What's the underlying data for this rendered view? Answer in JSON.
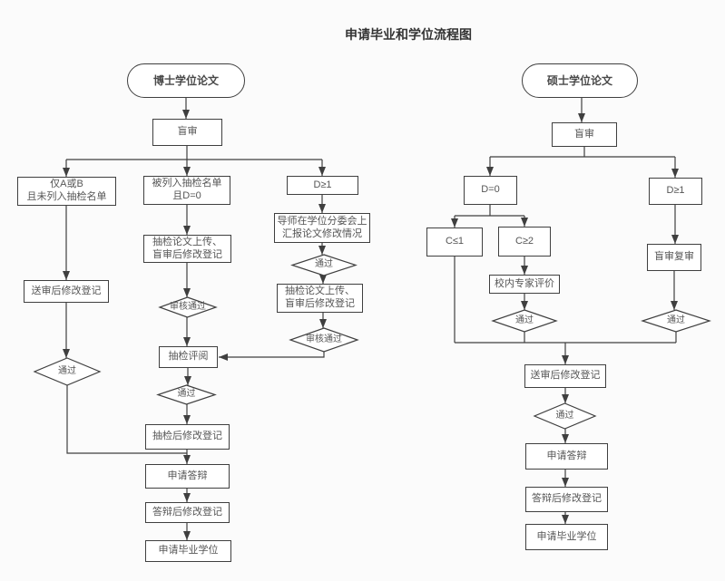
{
  "title": "申请毕业和学位流程图",
  "labels": {
    "pass": "通过",
    "audit_pass": "审核通过",
    "blind_review": "盲审",
    "post_review_registration": "送审后修改登记",
    "apply_defense": "申请答辩",
    "post_defense_registration": "答辩后修改登记",
    "apply_degree": "申请毕业学位"
  },
  "doctoral": {
    "start": "博士学位论文",
    "branch_a_or_b": "仅A或B\n且未列入抽检名单",
    "branch_sampled": "被列入抽检名单\n且D=0",
    "branch_d_ge_1": "D≥1",
    "sample_upload_registration": "抽检论文上传、\n盲审后修改登记",
    "supervisor_report": "导师在学位分委会上\n汇报论文修改情况",
    "sample_review": "抽检评阅",
    "post_sample_registration": "抽检后修改登记"
  },
  "master": {
    "start": "硕士学位论文",
    "d_eq_0": "D=0",
    "d_ge_1": "D≥1",
    "c_le_1": "C≤1",
    "c_ge_2": "C≥2",
    "expert_evaluation": "校内专家评价",
    "blind_recheck": "盲审复审"
  },
  "colors": {
    "background": "#fbfbfb",
    "node_fill": "#ffffff",
    "stroke": "#3f3f3f",
    "text": "#555555"
  }
}
